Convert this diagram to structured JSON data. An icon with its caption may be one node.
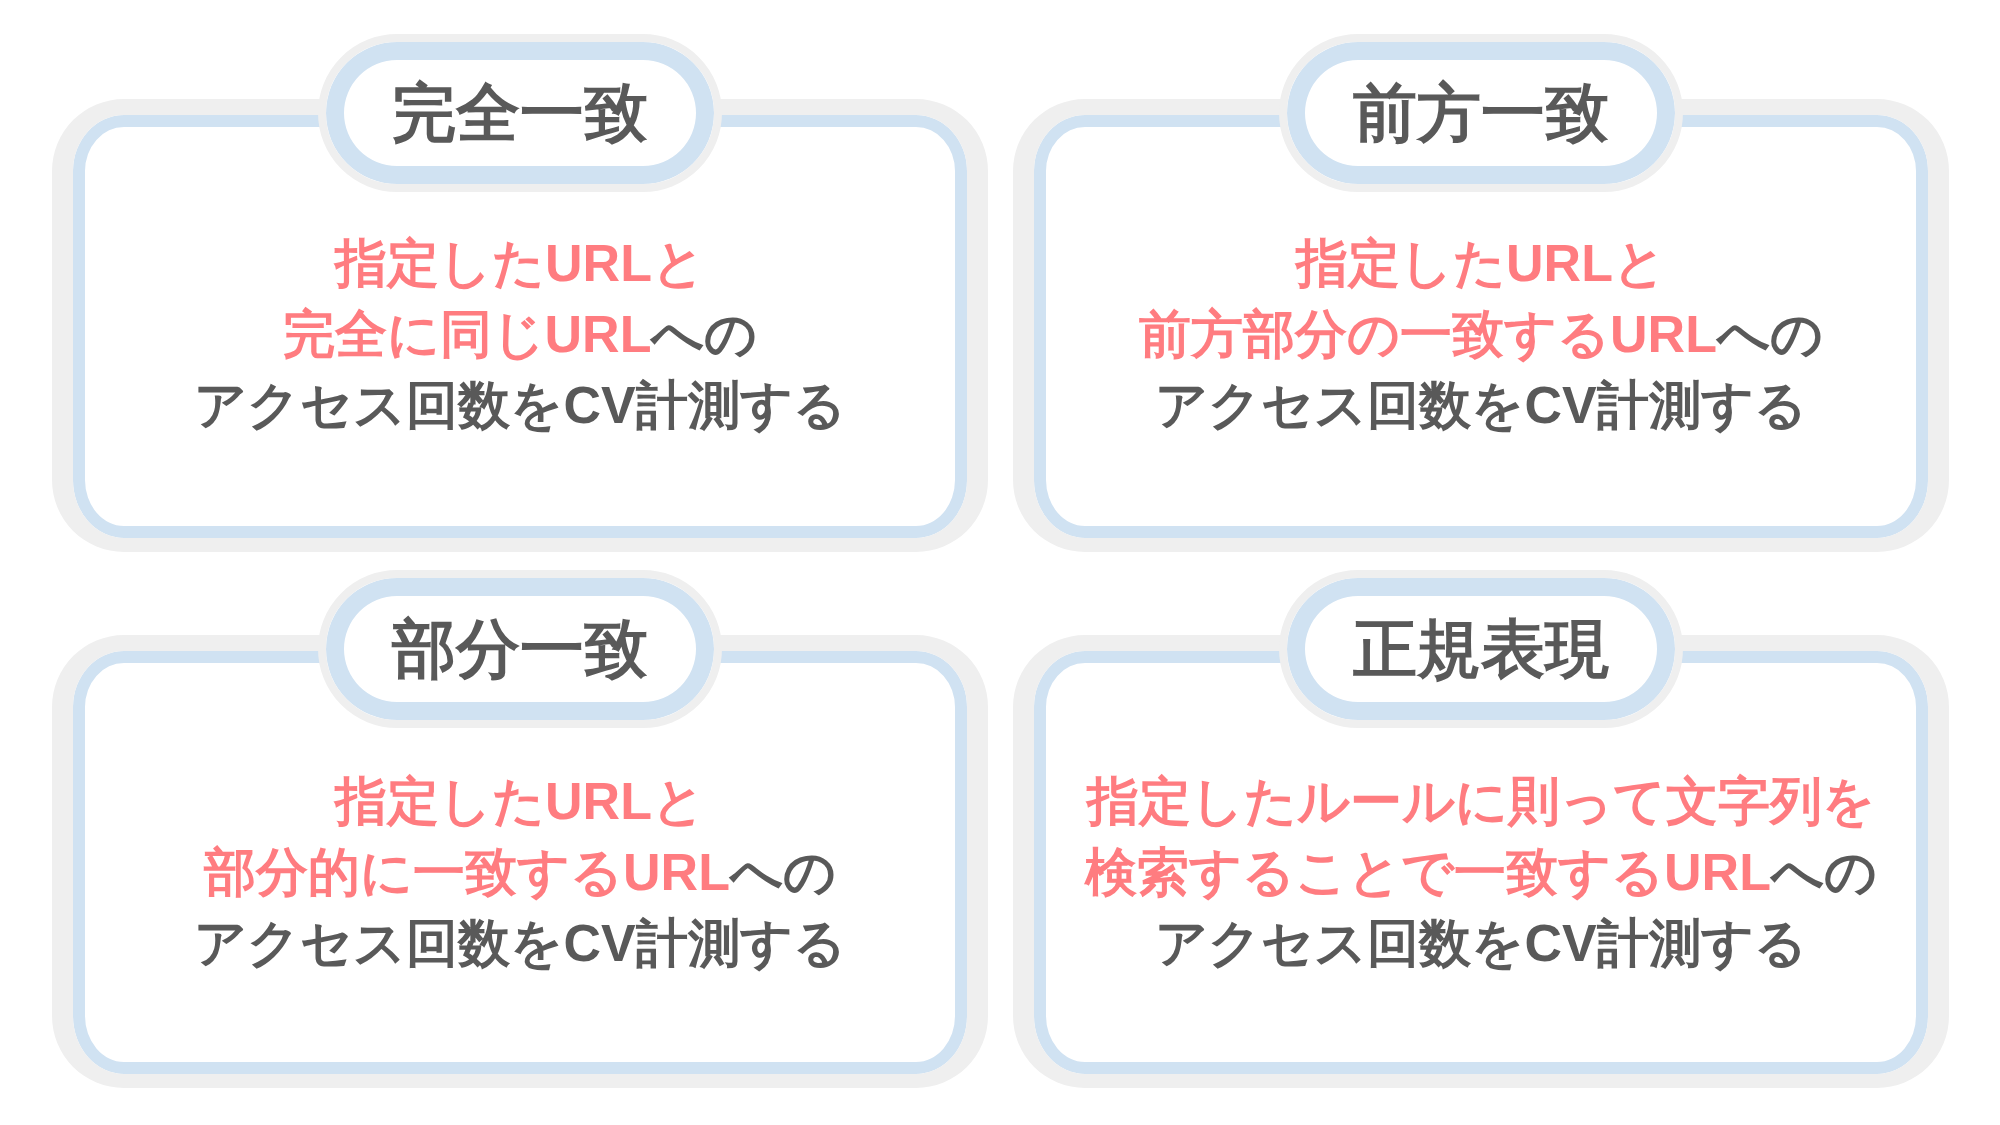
{
  "diagram": {
    "nodes": [
      {
        "text": [
          "完全一致"
        ]
      },
      {
        "text": [
          "指定したURLと完全に同じURLへのアクセス回数をCV計測する"
        ]
      },
      {
        "text": [
          "前方一致"
        ]
      },
      {
        "text": [
          "指定したURLと前方部分の一致するURLへのアクセス回数をCV計測する"
        ]
      },
      {
        "text": [
          "部分一致"
        ]
      },
      {
        "text": [
          "指定したURLと部分的に一致するURLへのアクセス回数をCV計測する"
        ]
      },
      {
        "text": [
          "正規表現"
        ]
      },
      {
        "text": [
          "指定したルールに則って文字列を検索することで一致するURLへのアクセス回数をCV計測する"
        ]
      }
    ]
  }
}
